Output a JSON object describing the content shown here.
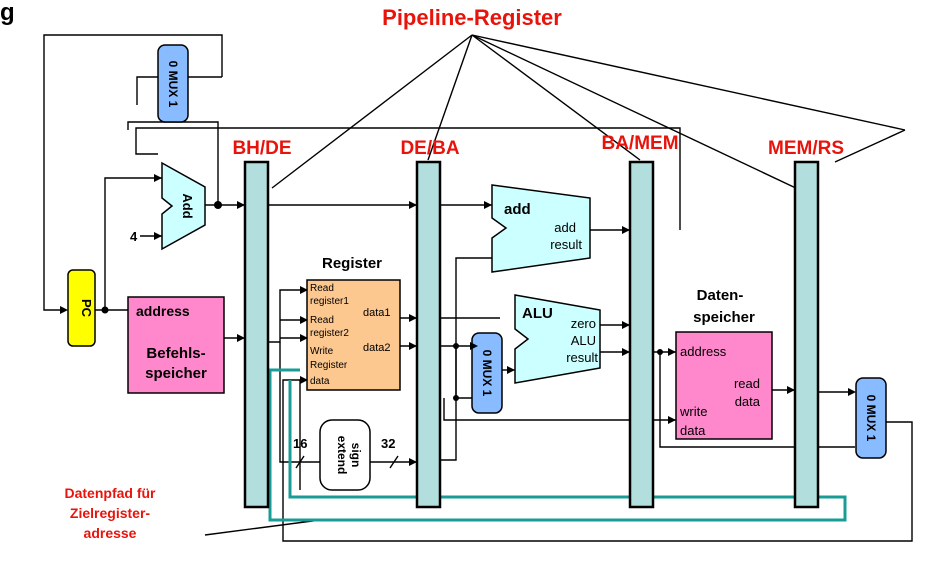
{
  "title_partial": "g",
  "pipeline_register_label": "Pipeline-Register",
  "stage_labels": {
    "bh_de": "BH/DE",
    "de_ba": "DE/BA",
    "ba_mem": "BA/MEM",
    "mem_rs": "MEM/RS"
  },
  "pc_label": "PC",
  "instruction_memory": {
    "address": "address",
    "name_line1": "Befehls-",
    "name_line2": "speicher"
  },
  "adder_pc": {
    "label": "Add",
    "const": "4"
  },
  "register_file": {
    "title": "Register",
    "read_reg1_a": "Read",
    "read_reg1_b": "register1",
    "read_reg2_a": "Read",
    "read_reg2_b": "register2",
    "write_reg_a": "Write",
    "write_reg_b": "Register",
    "write_data": "data",
    "data1": "data1",
    "data2": "data2"
  },
  "sign_extend": {
    "line1": "sign",
    "line2": "extend",
    "in_bits": "16",
    "out_bits": "32"
  },
  "branch_adder": {
    "label": "add",
    "out_a": "add",
    "out_b": "result"
  },
  "alu": {
    "label": "ALU",
    "zero": "zero",
    "alu_a": "ALU",
    "result": "result"
  },
  "data_memory": {
    "title_a": "Daten-",
    "title_b": "speicher",
    "address": "address",
    "read_a": "read",
    "read_b": "data",
    "write_a": "write",
    "write_b": "data"
  },
  "mux_label": "0 MUX 1",
  "datapath_note": {
    "line1": "Datenpfad für",
    "line2": "Zielregister-",
    "line3": "adresse"
  },
  "colors": {
    "pipeline_register": "#b3dede",
    "red_text": "#e8140c",
    "pc": "#ffff00",
    "memory": "#ff88cc",
    "register_file": "#fcc890",
    "adder": "#ccffff",
    "mux": "#88bbff",
    "teal_path": "#1a9c96"
  }
}
